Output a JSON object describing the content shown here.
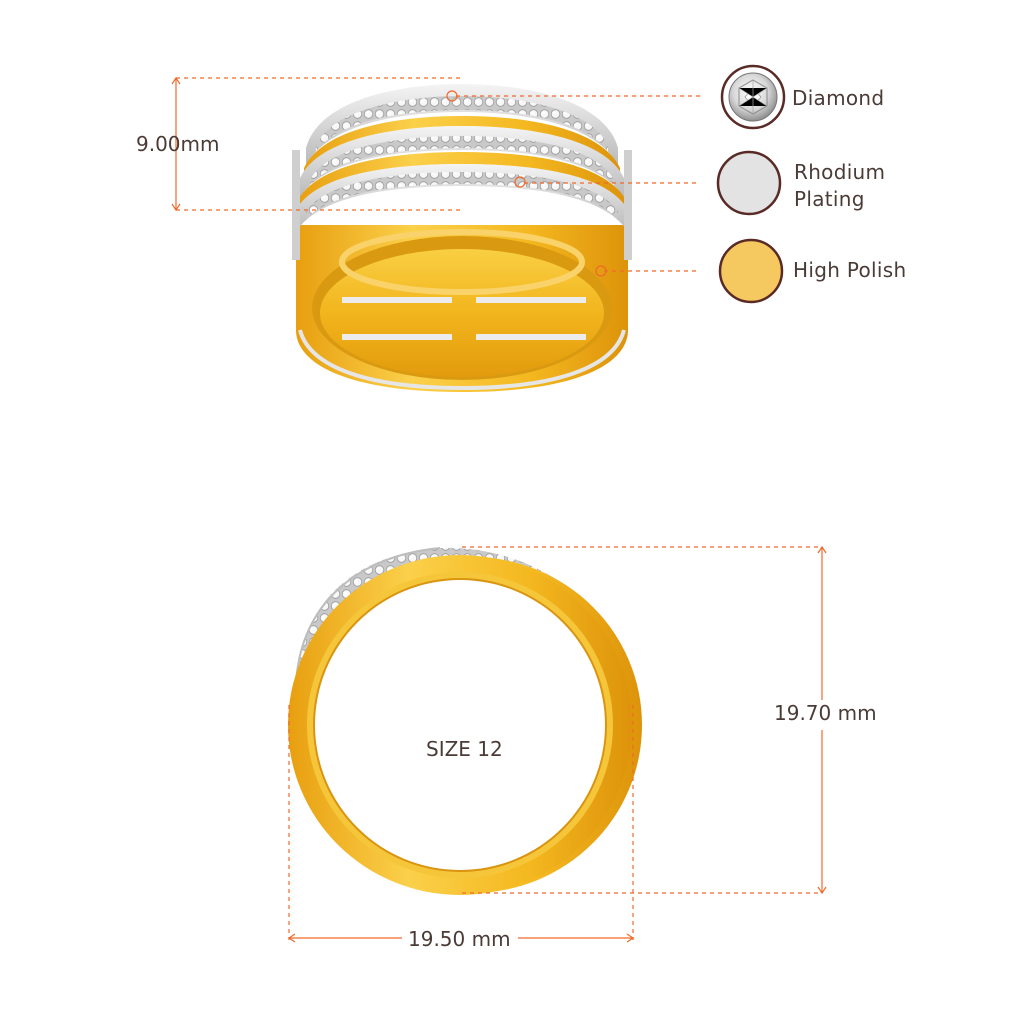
{
  "dimensions": {
    "height_top": "9.00mm",
    "outer_height": "19.70 mm",
    "outer_width": "19.50 mm"
  },
  "ring_size_label": "SIZE 12",
  "legend": [
    {
      "label": "Diamond",
      "icon": "diamond-icon",
      "swatch": "#ffffff"
    },
    {
      "label": "Rhodium Plating",
      "line1": "Rhodium",
      "line2": "Plating",
      "icon": "rhodium-swatch-icon",
      "swatch": "#e3e3e3"
    },
    {
      "label": "High Polish",
      "icon": "gold-swatch-icon",
      "swatch": "#f5c95f"
    }
  ],
  "colors": {
    "annotation": "#ef6a2c",
    "ring_border": "#5a2b26",
    "gold": "#f2b51d",
    "gold_dark": "#d9930a",
    "silver": "#dcdcdc"
  }
}
